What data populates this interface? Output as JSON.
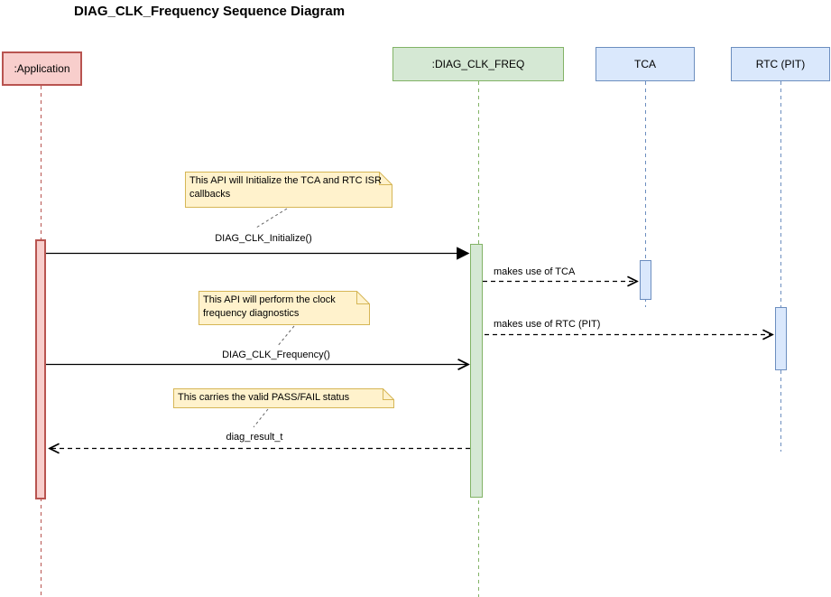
{
  "title": "DIAG_CLK_Frequency Sequence Diagram",
  "colors": {
    "application_fill": "#f8cecc",
    "application_stroke": "#b85450",
    "diag_clk_freq_fill": "#d5e8d4",
    "diag_clk_freq_stroke": "#82b366",
    "timer_fill": "#dae8fc",
    "timer_stroke": "#6c8ebf",
    "note_fill": "#fff2cc",
    "note_stroke": "#d6b656",
    "message_line": "#000000"
  },
  "participants": [
    {
      "id": "application",
      "label": ":Application"
    },
    {
      "id": "diag_clk_freq",
      "label": ":DIAG_CLK_FREQ"
    },
    {
      "id": "tca",
      "label": "TCA"
    },
    {
      "id": "rtc",
      "label": "RTC (PIT)"
    }
  ],
  "messages": [
    {
      "label": "DIAG_CLK_Initialize()",
      "from": "application",
      "to": "diag_clk_freq",
      "line": "solid",
      "arrowhead": "filled"
    },
    {
      "label": "makes use of TCA",
      "from": "diag_clk_freq",
      "to": "tca",
      "line": "dashed",
      "arrowhead": "open"
    },
    {
      "label": "makes use of RTC (PIT)",
      "from": "diag_clk_freq",
      "to": "rtc",
      "line": "dashed",
      "arrowhead": "open"
    },
    {
      "label": "DIAG_CLK_Frequency()",
      "from": "application",
      "to": "diag_clk_freq",
      "line": "solid",
      "arrowhead": "open"
    },
    {
      "label": "diag_result_t",
      "from": "diag_clk_freq",
      "to": "application",
      "line": "dashed",
      "arrowhead": "open"
    }
  ],
  "notes": [
    {
      "text": "This API will Initialize the TCA and RTC ISR callbacks",
      "attached_to": "DIAG_CLK_Initialize()"
    },
    {
      "text": "This API will perform the clock frequency diagnostics",
      "attached_to": "DIAG_CLK_Frequency()"
    },
    {
      "text": "This carries the valid PASS/FAIL status",
      "attached_to": "diag_result_t"
    }
  ]
}
